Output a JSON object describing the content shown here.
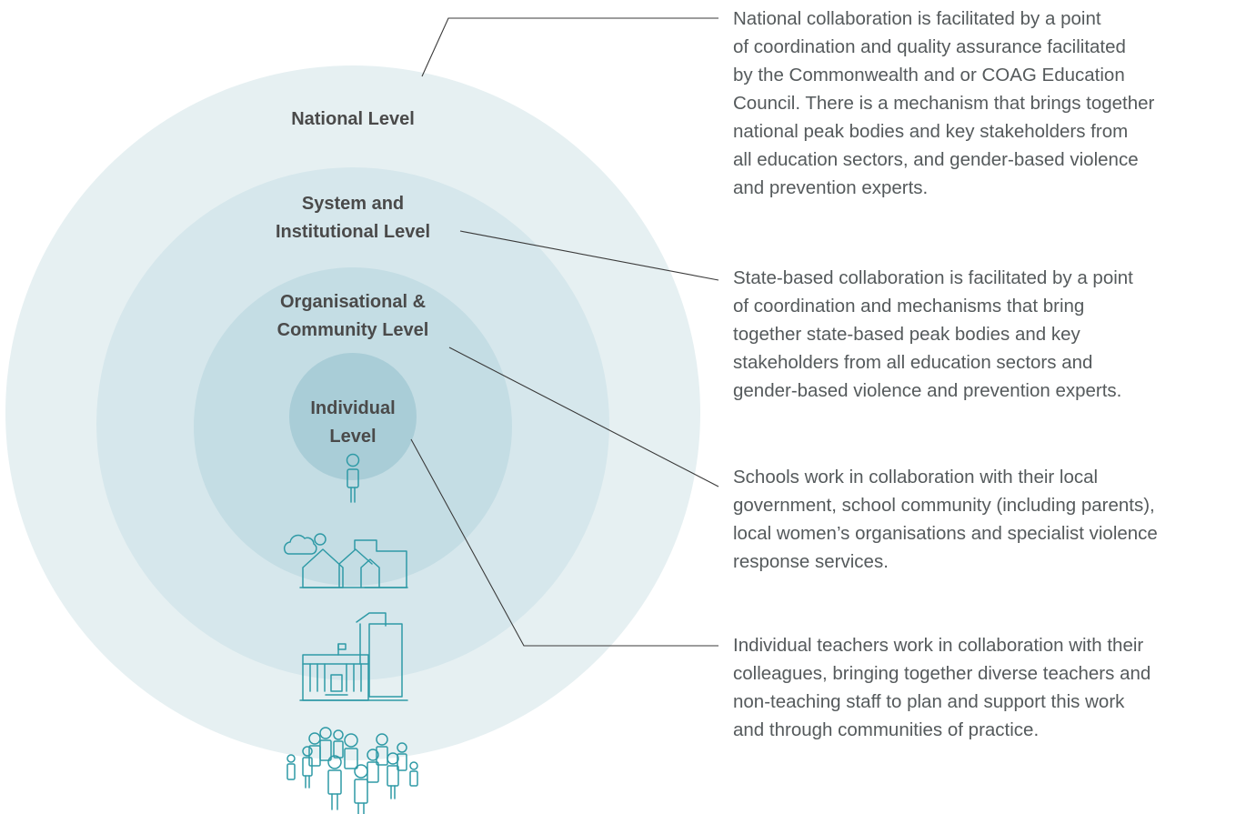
{
  "levels": {
    "national": {
      "label": "National Level"
    },
    "system": {
      "label_lines": [
        "System and",
        "Institutional Level"
      ]
    },
    "organisational": {
      "label_lines": [
        "Organisational &",
        "Community Level"
      ]
    },
    "individual": {
      "label_lines": [
        "Individual",
        "Level"
      ]
    }
  },
  "descriptions": {
    "national": [
      "National collaboration is facilitated by a point",
      "of coordination and quality assurance facilitated",
      "by the Commonwealth and or COAG Education",
      "Council. There is a mechanism that brings together",
      "national peak bodies and key stakeholders from",
      "all education sectors, and gender-based violence",
      "and prevention experts."
    ],
    "state": [
      "State-based collaboration is facilitated by a point",
      "of coordination and mechanisms that bring",
      "together state-based peak bodies and key",
      "stakeholders from all education sectors and",
      "gender-based violence and prevention experts."
    ],
    "schools": [
      "Schools work in collaboration with their local",
      "government, school community (including parents),",
      "local women’s organisations and specialist violence",
      "response services."
    ],
    "individual": [
      "Individual teachers work in collaboration with their",
      "colleagues, bringing together diverse teachers and",
      "non-teaching staff to plan and support this work",
      "and through communities of practice."
    ]
  },
  "icons": [
    "person-icon",
    "houses-icon",
    "building-icon",
    "crowd-icon"
  ],
  "colors": {
    "ring_outer": "#e6f0f2",
    "ring_second": "#d6e7ec",
    "ring_third": "#c4dde4",
    "ring_inner": "#a9cdd7",
    "icon_stroke": "#2f9aa6",
    "leader_line": "#3a3a3a",
    "label_text": "#4a4a4a",
    "body_text": "#555a5c"
  }
}
